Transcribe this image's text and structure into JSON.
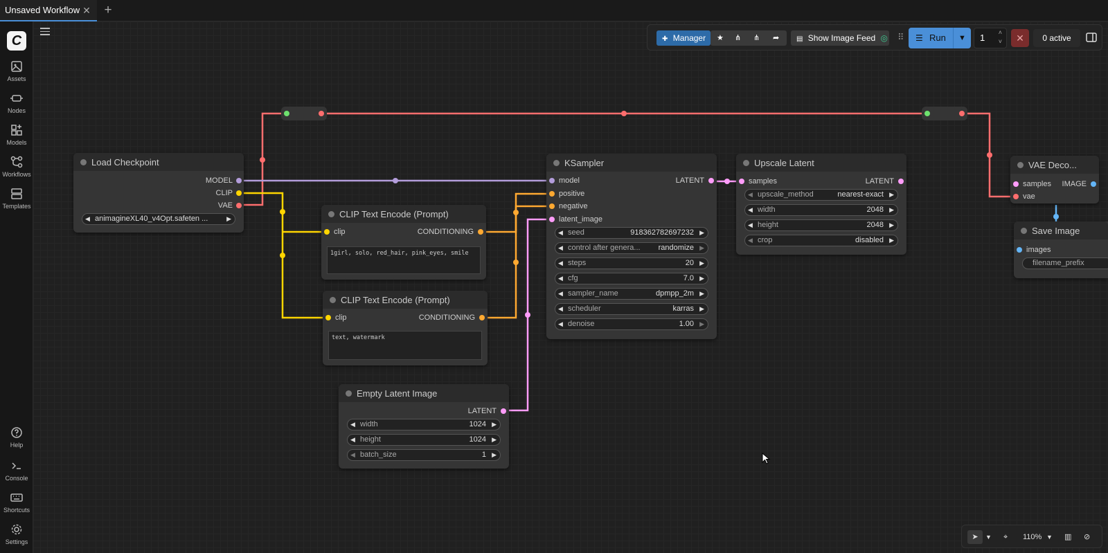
{
  "tabs": [
    {
      "label": "Unsaved Workflow"
    }
  ],
  "sidebar": {
    "items": [
      {
        "label": "Assets",
        "icon": "image-icon"
      },
      {
        "label": "Nodes",
        "icon": "nodes-icon"
      },
      {
        "label": "Models",
        "icon": "models-icon"
      },
      {
        "label": "Workflows",
        "icon": "workflow-icon"
      },
      {
        "label": "Templates",
        "icon": "templates-icon"
      }
    ],
    "bottom_items": [
      {
        "label": "Help",
        "icon": "help-icon"
      },
      {
        "label": "Console",
        "icon": "console-icon"
      },
      {
        "label": "Shortcuts",
        "icon": "keyboard-icon"
      },
      {
        "label": "Settings",
        "icon": "gear-icon"
      }
    ]
  },
  "toolbar": {
    "manager_label": "Manager",
    "image_feed_label": "Show Image Feed",
    "run_label": "Run",
    "queue_count": "1",
    "active_label": "0 active"
  },
  "nodes": {
    "load_checkpoint": {
      "title": "Load Checkpoint",
      "outputs": [
        "MODEL",
        "CLIP",
        "VAE"
      ],
      "ckpt_name": "animagineXL40_v4Opt.safeten ..."
    },
    "clip_pos": {
      "title": "CLIP Text Encode (Prompt)",
      "input": "clip",
      "output": "CONDITIONING",
      "text": "1girl, solo, red_hair, pink_eyes, smile"
    },
    "clip_neg": {
      "title": "CLIP Text Encode (Prompt)",
      "input": "clip",
      "output": "CONDITIONING",
      "text": "text, watermark"
    },
    "empty_latent": {
      "title": "Empty Latent Image",
      "output": "LATENT",
      "widgets": [
        {
          "label": "width",
          "value": "1024"
        },
        {
          "label": "height",
          "value": "1024"
        },
        {
          "label": "batch_size",
          "value": "1"
        }
      ]
    },
    "ksampler": {
      "title": "KSampler",
      "inputs": [
        "model",
        "positive",
        "negative",
        "latent_image"
      ],
      "output": "LATENT",
      "widgets": [
        {
          "label": "seed",
          "value": "918362782697232"
        },
        {
          "label": "control after genera...",
          "value": "randomize"
        },
        {
          "label": "steps",
          "value": "20"
        },
        {
          "label": "cfg",
          "value": "7.0"
        },
        {
          "label": "sampler_name",
          "value": "dpmpp_2m"
        },
        {
          "label": "scheduler",
          "value": "karras"
        },
        {
          "label": "denoise",
          "value": "1.00"
        }
      ]
    },
    "upscale": {
      "title": "Upscale Latent",
      "input": "samples",
      "output": "LATENT",
      "widgets": [
        {
          "label": "upscale_method",
          "value": "nearest-exact"
        },
        {
          "label": "width",
          "value": "2048"
        },
        {
          "label": "height",
          "value": "2048"
        },
        {
          "label": "crop",
          "value": "disabled"
        }
      ]
    },
    "vae_decode": {
      "title": "VAE Deco...",
      "inputs": [
        "samples",
        "vae"
      ],
      "output": "IMAGE"
    },
    "save_image": {
      "title": "Save Image",
      "input": "images",
      "filename_prefix": "filename_prefix"
    }
  },
  "bottom": {
    "zoom": "110%"
  },
  "colors": {
    "model": "#b39ddb",
    "clip": "#ffd500",
    "vae": "#ff6e6e",
    "conditioning": "#ffa931",
    "latent": "#ff9cf9",
    "image": "#64b5f6",
    "accent": "#4a8fd8"
  }
}
